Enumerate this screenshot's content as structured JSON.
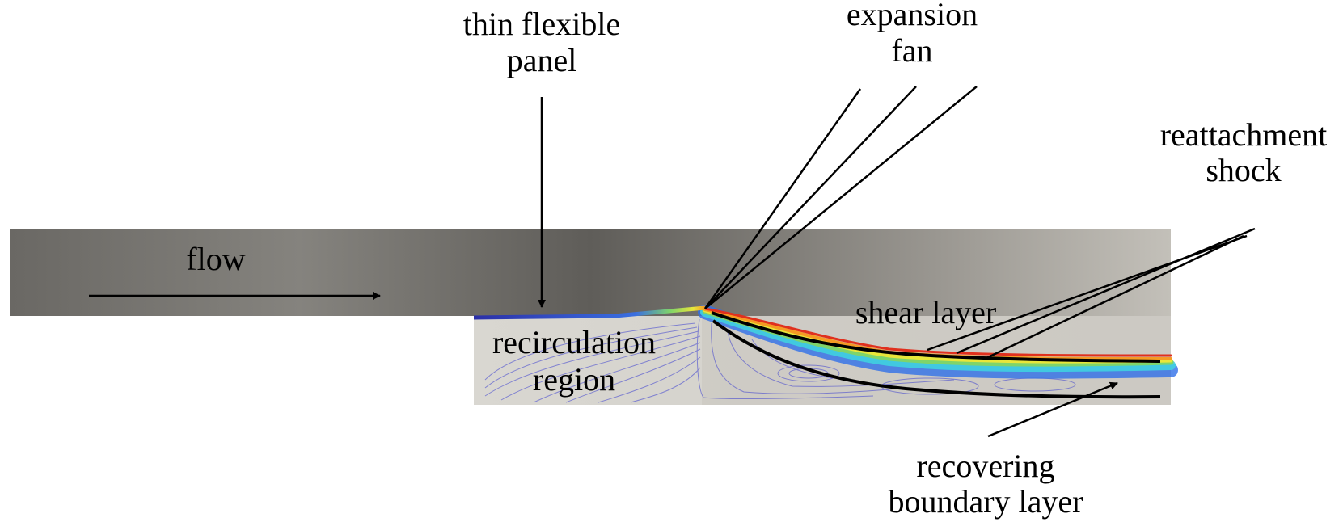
{
  "labels": {
    "flow": "flow",
    "panel_line1": "thin flexible",
    "panel_line2": "panel",
    "fan_line1": "expansion",
    "fan_line2": "fan",
    "shock_line1": "reattachment",
    "shock_line2": "shock",
    "shear": "shear layer",
    "recirc_line1": "recirculation",
    "recirc_line2": "region",
    "recover_line1": "recovering",
    "recover_line2": "boundary layer"
  },
  "colors": {
    "domain_dark": "#6e6c67",
    "domain_light": "#bdbab3",
    "cavity_fill": "#d8d6d0",
    "annotation": "#000000",
    "panel": "#2b2fa8",
    "streamline": "#3b3fd0",
    "shear_red": "#e0301e",
    "shear_orange": "#f59a23",
    "shear_yellow": "#e8e63a",
    "shear_green": "#7fd46a",
    "shear_cyan": "#3fd0e0",
    "shear_blue": "#2f6fe8"
  }
}
